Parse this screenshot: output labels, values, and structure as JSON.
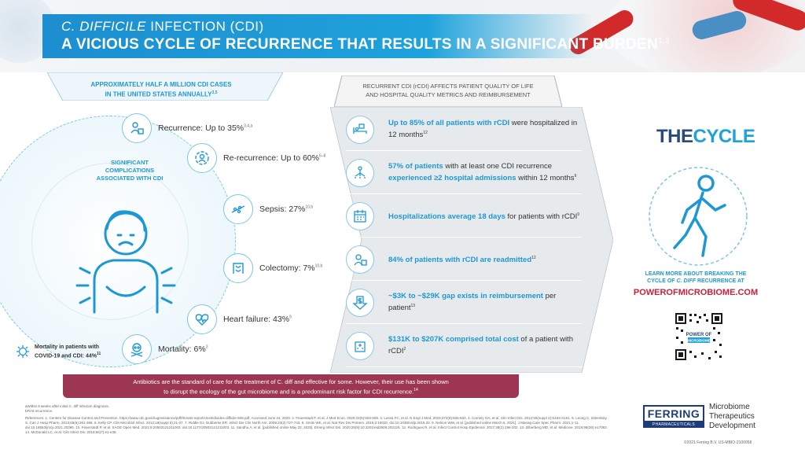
{
  "header": {
    "line1_italic": "C. DIFFICILE",
    "line1_rest": " INFECTION (CDI)",
    "line2": "A VICIOUS CYCLE OF RECURRENCE THAT RESULTS IN A SIGNIFICANT BURDEN",
    "line2_sup": "1,2"
  },
  "left": {
    "title_line1": "APPROXIMATELY HALF A MILLION CDI CASES",
    "title_line2": "IN THE UNITED STATES ANNUALLY",
    "title_sup": "3,5",
    "center_label": "SIGNIFICANT COMPLICATIONS ASSOCIATED WITH CDI",
    "complications": [
      {
        "label": "Recurrence: Up to 35%",
        "sup": "3,4,a",
        "icon": "recurrence-icon"
      },
      {
        "label": "Re-recurrence: Up to 60%",
        "sup": "6–8",
        "icon": "re-recurrence-icon"
      },
      {
        "label": "Sepsis: 27%",
        "sup": "10,b",
        "icon": "sepsis-icon"
      },
      {
        "label": "Colectomy: 7%",
        "sup": "10,b",
        "icon": "colectomy-icon"
      },
      {
        "label": "Heart failure: 43%",
        "sup": "9",
        "icon": "heart-failure-icon"
      },
      {
        "label": "Mortality: 6%",
        "sup": "3",
        "icon": "mortality-icon"
      }
    ],
    "covid_line1": "Mortality in patients with",
    "covid_line2": "COVID-19 and CDI: 44%",
    "covid_sup": "11"
  },
  "right": {
    "title_line1": "RECURRENT CDI (rCDI) AFFECTS PATIENT QUALITY OF LIFE",
    "title_line2": "AND HOSPITAL QUALITY METRICS AND REIMBURSEMENT",
    "stats": [
      {
        "bold": "Up to 85% of all patients with rCDI",
        "rest": " were hospitalized in 12 months",
        "sup": "12"
      },
      {
        "bold": "57% of patients",
        "rest": " with at least one CDI recurrence ",
        "bold2": "experienced ≥2 hospital admissions",
        "rest2": " within 12 months",
        "sup": "9"
      },
      {
        "bold": "Hospitalizations average 18 days",
        "rest": " for patients with rCDI",
        "sup": "9"
      },
      {
        "bold": "84% of patients with rCDI are readmitted",
        "rest": "",
        "sup": "12"
      },
      {
        "bold": "~$3K to ~$29K gap exists in reimbursement",
        "rest": " per patient",
        "sup": "13"
      },
      {
        "bold": "$131K to $207K comprised total cost",
        "rest": " of a patient with rCDI",
        "sup": "2"
      }
    ]
  },
  "banner": {
    "line1": "Antibiotics are the standard of care for the treatment of C. diff and effective for some. However, their use has been shown",
    "line2": "to disrupt the ecology of the gut microbiome and is a predominant risk factor for CDI recurrence.",
    "sup": "14"
  },
  "footnotes": {
    "a": "aWithin 8 weeks after initial C. diff infection diagnosis.",
    "b": "bFirst recurrence.",
    "references": "References: 1. Centers for Disease Control and Prevention. https://www.cdc.gov/drugresistance/pdf/threats-report/clostridioides-difficile-508.pdf. Accessed June 24, 2020. 2. Feuerstadt P, et al. J Med Econ. 2020;23(6):603-609. 3. Lessa FC, et al. N Engl J Med. 2015;372(9):825-834. 4. Cornely OA, et al. Clin Infect Dis. 2012;55(suppl 2):S154-S161. 5. Leong C, Zelenitsky S. Can J Hosp Pharm. 2013;66(6):361-368. 6. Kelly CP. Clin Microbiol Infect. 2012;18(suppl 6):21-27. 7. Riddle DJ, Dubberke ER. Infect Dis Clin North Am. 2009;23(3):727-743. 8. Smits WK, et al. Nat Rev Dis Primers. 2016;2:16020. doi:10.1038/nrdp.2016.20. 9. Nelson WW, et al. [published online March 6, 2021]. J Manag Care Spec Pharm. 2021;1-11. doi:10.18553/jmcp.2021.20395. 10. Feuerstadt P, et al. SAGE Open Med. 2021;9:20503121211003. doi:10.1177/20503121211003. 11. Sandhu A, et al. [published online May 22, 2020]. Emerg Infect Dis. 2020;26(9):10.3201/eid2609.202126. 12. Rodrigues R, et al. Infect Control Hosp Epidemiol. 2017;38(2):196-202. 13. Zilberberg MD, et al. Medicine. 2019;98(36):e17082. 14. McDonald LC, et al. Clin Infect Dis. 2018;66(7):e1-e48."
  },
  "sidebar": {
    "logo_the": "THE",
    "logo_cycle": "CYCLE",
    "learn_line1": "LEARN MORE ABOUT BREAKING THE",
    "learn_line2_pre": "CYCLE OF ",
    "learn_line2_italic": "C. DIFF",
    "learn_line2_post": " RECURRENCE AT",
    "url": "POWEROFMICROBIOME.COM",
    "qr_label": "POWER OF MICROBIOME"
  },
  "footer": {
    "ferring_name": "FERRING",
    "ferring_sub": "PHARMACEUTICALS",
    "mtd_line1": "Microbiome",
    "mtd_line2": "Therapeutics",
    "mtd_line3": "Development",
    "copyright": "©2021 Ferring B.V. US-MBIO-2100058"
  },
  "colors": {
    "accent_blue": "#1ea2dc",
    "dark_blue": "#1e3c78",
    "banner_maroon": "#9c3652",
    "url_red": "#c2243b"
  }
}
